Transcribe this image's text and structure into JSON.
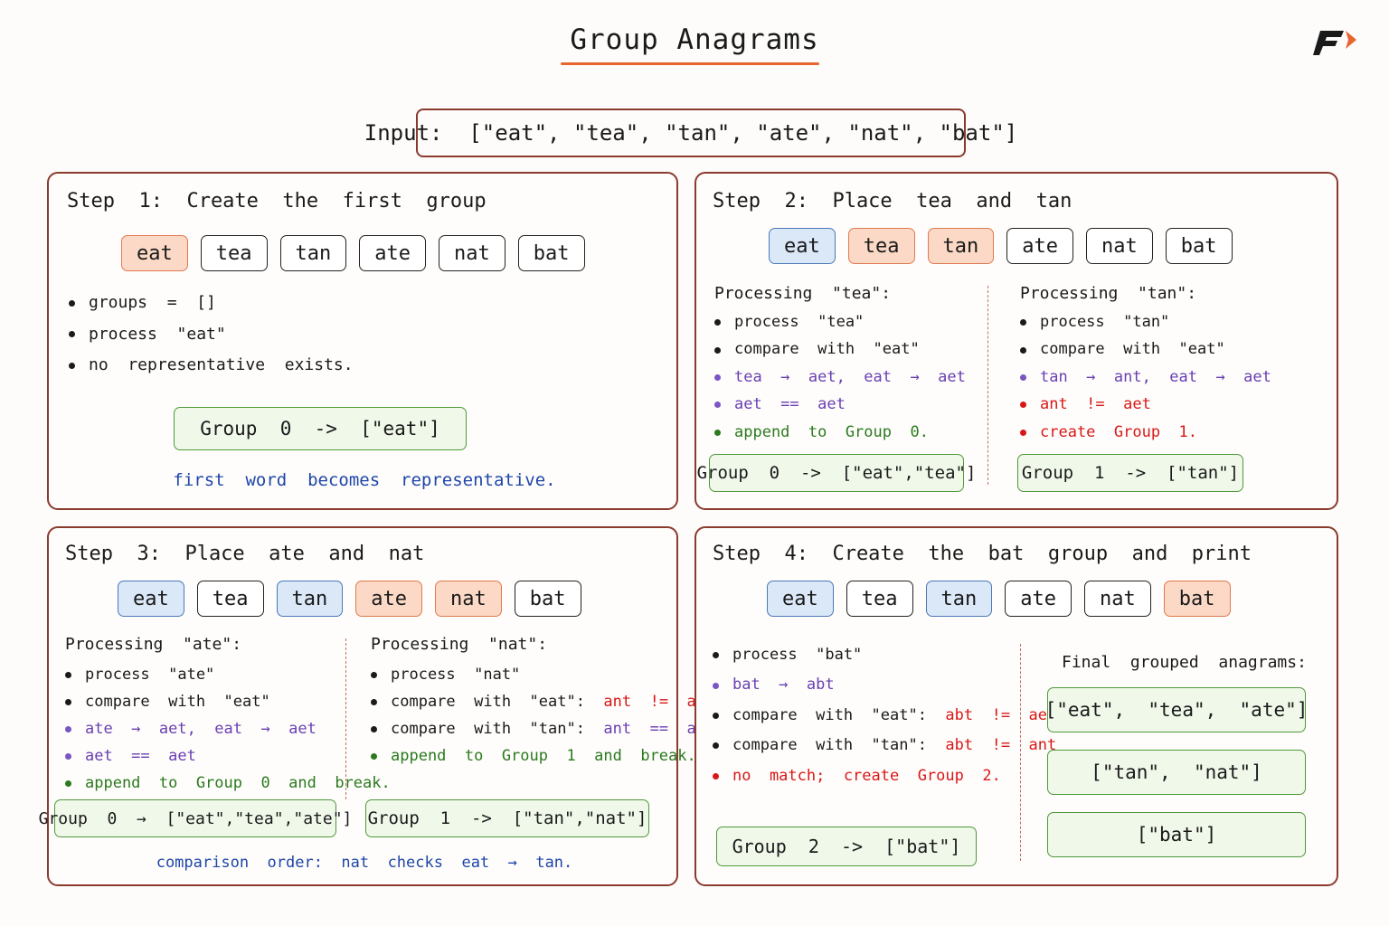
{
  "title": "Group  Anagrams",
  "input": "Input:  [\"eat\", \"tea\", \"tan\", \"ate\", \"nat\", \"bat\"]",
  "words": [
    "eat",
    "tea",
    "tan",
    "ate",
    "nat",
    "bat"
  ],
  "colors": {
    "accent": "#e8652e",
    "border": "#8b3a2e",
    "orange_fill": "#fbd9c6",
    "blue_fill": "#dbe8f8",
    "green": "#4e9a3a",
    "red": "#d81818",
    "purple": "#6a3fb2",
    "blue_text": "#1e46a8"
  },
  "steps": [
    {
      "title": "Step  1:  Create  the  first  group",
      "highlight": [
        "orange",
        "",
        "",
        "",
        "",
        ""
      ],
      "bullets": [
        "groups  =  []",
        "process  \"eat\"",
        "no  representative  exists."
      ],
      "group": "Group  0  ->  [\"eat\"]",
      "note": "first  word  becomes  representative."
    },
    {
      "title": "Step  2:  Place  tea  and  tan",
      "highlight": [
        "blue",
        "orange",
        "orange",
        "",
        "",
        ""
      ],
      "a": {
        "heading": "Processing  \"tea\":",
        "items": [
          "process  \"tea\"",
          "compare  with  \"eat\"",
          "tea  →  aet,  eat  →  aet",
          "aet  ==  aet",
          "append  to  Group  0."
        ],
        "group": "Group  0  ->  [\"eat\",\"tea\"]"
      },
      "b": {
        "heading": "Processing  \"tan\":",
        "items": [
          "process  \"tan\"",
          "compare  with  \"eat\"",
          "tan  →  ant,  eat  →  aet",
          "ant  !=  aet",
          "create  Group  1."
        ],
        "group": "Group  1  ->  [\"tan\"]"
      }
    },
    {
      "title": "Step  3:  Place  ate  and  nat",
      "highlight": [
        "blue",
        "",
        "blue",
        "orange",
        "orange",
        ""
      ],
      "a": {
        "heading": "Processing  \"ate\":",
        "items": [
          "process  \"ate\"",
          "compare  with  \"eat\"",
          "ate  →  aet,  eat  →  aet",
          "aet  ==  aet",
          "append  to  Group  0  and  break."
        ],
        "group": "Group  0  →  [\"eat\",\"tea\",\"ate\"]"
      },
      "b": {
        "heading": "Processing  \"nat\":",
        "items": [
          {
            "label": "compare  with  \"eat\":",
            "value": "ant  !=  aet"
          },
          {
            "label": "compare  with  \"tan\":",
            "value": "ant  ==  ant"
          }
        ],
        "process": "process  \"nat\"",
        "append": "append  to  Group  1  and  break.",
        "group": "Group  1  ->  [\"tan\",\"nat\"]"
      },
      "note": "comparison  order:  nat  checks  eat  →  tan."
    },
    {
      "title": "Step  4:  Create  the  bat  group  and  print",
      "highlight": [
        "blue",
        "",
        "blue",
        "",
        "",
        "orange"
      ],
      "process": "process  \"bat\"",
      "key": "bat  →  abt",
      "compare_eat_label": "compare  with  \"eat\":",
      "compare_eat_value": "abt  !=  aet",
      "compare_tan_label": "compare  with  \"tan\":",
      "compare_tan_value": "abt  !=  ant",
      "no_match": "no  match;  create  Group  2.",
      "group": "Group  2  ->  [\"bat\"]",
      "final_heading": "Final  grouped  anagrams:",
      "final": [
        "[\"eat\",  \"tea\",  \"ate\"]",
        "[\"tan\",  \"nat\"]",
        "[\"bat\"]"
      ]
    }
  ]
}
